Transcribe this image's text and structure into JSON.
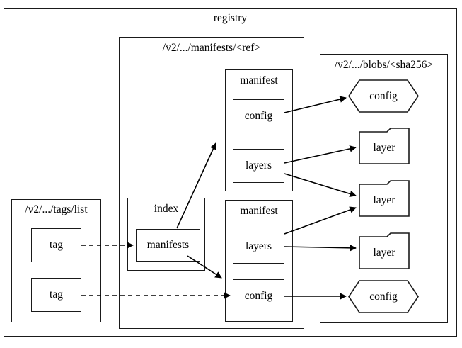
{
  "diagram": {
    "title": "registry",
    "outer": {
      "label": "registry"
    },
    "clusters": [
      {
        "id": "tags",
        "label": "/v2/.../tags/list"
      },
      {
        "id": "manifests",
        "label": "/v2/.../manifests/<ref>"
      },
      {
        "id": "blobs",
        "label": "/v2/.../blobs/<sha256>"
      },
      {
        "id": "index",
        "label": "index"
      },
      {
        "id": "manifest1",
        "label": "manifest"
      },
      {
        "id": "manifest2",
        "label": "manifest"
      }
    ],
    "nodes": [
      {
        "id": "tag1",
        "label": "tag",
        "shape": "box"
      },
      {
        "id": "tag2",
        "label": "tag",
        "shape": "box"
      },
      {
        "id": "manifests",
        "label": "manifests",
        "shape": "box"
      },
      {
        "id": "m1config",
        "label": "config",
        "shape": "box"
      },
      {
        "id": "m1layers",
        "label": "layers",
        "shape": "box"
      },
      {
        "id": "m2layers",
        "label": "layers",
        "shape": "box"
      },
      {
        "id": "m2config",
        "label": "config",
        "shape": "box"
      },
      {
        "id": "blobconfig1",
        "label": "config",
        "shape": "hexagon"
      },
      {
        "id": "bloblayer1",
        "label": "layer",
        "shape": "folder"
      },
      {
        "id": "bloblayer2",
        "label": "layer",
        "shape": "folder"
      },
      {
        "id": "bloblayer3",
        "label": "layer",
        "shape": "folder"
      },
      {
        "id": "blobconfig2",
        "label": "config",
        "shape": "hexagon"
      }
    ],
    "edges": [
      {
        "from": "tag1",
        "to": "manifests",
        "style": "dashed"
      },
      {
        "from": "tag2",
        "to": "m2config",
        "style": "dashed"
      },
      {
        "from": "manifests",
        "to": "m1layers",
        "style": "solid"
      },
      {
        "from": "manifests",
        "to": "m2layers",
        "style": "solid"
      },
      {
        "from": "m1config",
        "to": "blobconfig1",
        "style": "solid"
      },
      {
        "from": "m1layers",
        "to": "bloblayer1",
        "style": "solid"
      },
      {
        "from": "m1layers",
        "to": "bloblayer2",
        "style": "solid"
      },
      {
        "from": "m2layers",
        "to": "bloblayer2",
        "style": "solid"
      },
      {
        "from": "m2layers",
        "to": "bloblayer3",
        "style": "solid"
      },
      {
        "from": "m2config",
        "to": "blobconfig2",
        "style": "solid"
      }
    ],
    "colors": {
      "stroke": "#1a1a1a",
      "background": "#ffffff",
      "text": "#000000"
    }
  }
}
